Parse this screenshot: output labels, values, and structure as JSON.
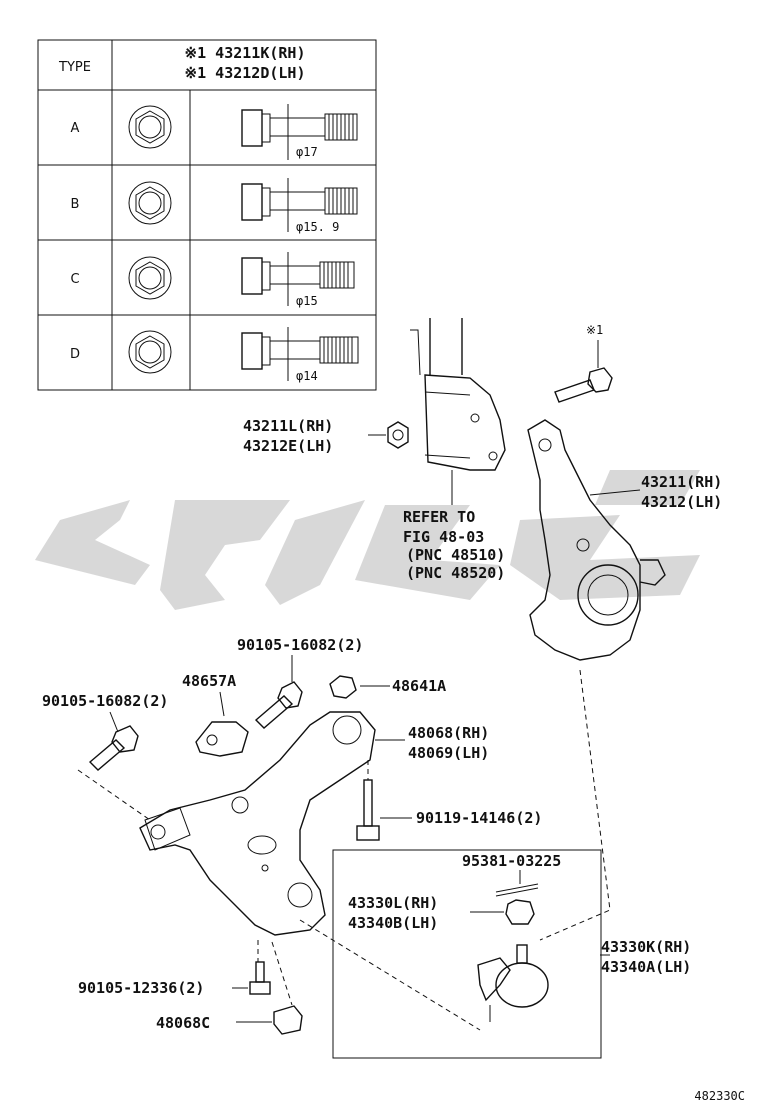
{
  "table": {
    "type_header": "TYPE",
    "part_header_rh": "※1 43211K(RH)",
    "part_header_lh": "※1 43212D(LH)",
    "rows": [
      {
        "type": "A",
        "dim": "φ17"
      },
      {
        "type": "B",
        "dim": "φ15. 9"
      },
      {
        "type": "C",
        "dim": "φ15"
      },
      {
        "type": "D",
        "dim": "φ14"
      }
    ]
  },
  "labels": {
    "note_mark": "※1",
    "nut_rh": "43211L(RH)",
    "nut_lh": "43212E(LH)",
    "refer_1": "REFER TO",
    "refer_2": "FIG 48-03",
    "refer_3": "(PNC 48510)",
    "refer_4": "(PNC 48520)",
    "knuckle_rh": "43211(RH)",
    "knuckle_lh": "43212(LH)",
    "bolt_top": "90105-16082(2)",
    "bracket": "48657A",
    "nut_48641": "48641A",
    "bolt_left": "90105-16082(2)",
    "arm_rh": "48068(RH)",
    "arm_lh": "48069(LH)",
    "bolt_90119": "90119-14146(2)",
    "cotter_pin": "95381-03225",
    "nut_ball_rh": "43330L(RH)",
    "nut_ball_lh": "43340B(LH)",
    "ball_joint_rh": "43330K(RH)",
    "ball_joint_lh": "43340A(LH)",
    "bolt_small": "90105-12336(2)",
    "bushing": "48068C",
    "figure_id": "482330C"
  }
}
